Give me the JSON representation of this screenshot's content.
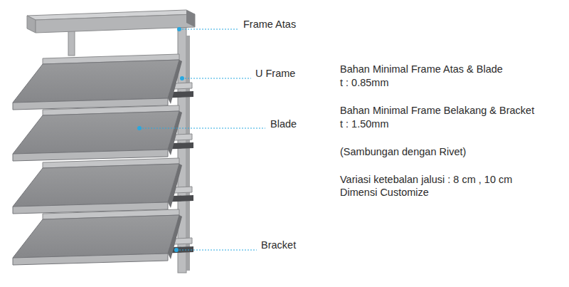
{
  "diagram": {
    "labels": [
      "Frame Atas",
      "U Frame",
      "Blade",
      "Bracket",
      "Bahan Minimal Frame Atas & Blade",
      "t : 0.85mm",
      "Bahan Minimal Frame Belakang & Bracket",
      "t : 1.50mm",
      "(Sambungan dengan Rivet)",
      "Variasi ketebalan jalusi : 8 cm , 10 cm",
      "Dimensi Customize"
    ]
  }
}
